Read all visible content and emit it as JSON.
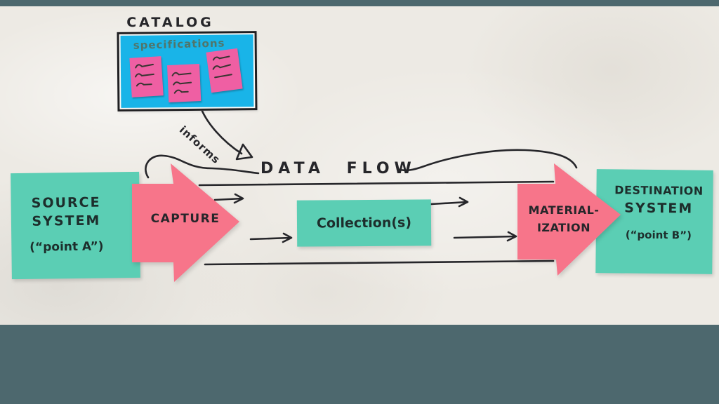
{
  "catalog": {
    "title": "CATALOG",
    "subtitle": "specifications",
    "note_count": 3
  },
  "labels": {
    "informs": "informs",
    "data_flow": "DATA FLOW"
  },
  "nodes": {
    "source": {
      "line1": "SOURCE",
      "line2": "SYSTEM",
      "line3": "(“point A”)"
    },
    "capture": {
      "label": "CAPTURE"
    },
    "collections": {
      "label": "Collection(s)"
    },
    "materialization": {
      "line1": "MATERIAL-",
      "line2": "IZATION"
    },
    "destination": {
      "line1": "DESTINATION",
      "line2": "SYSTEM",
      "line3": "(“point B”)"
    }
  },
  "colors": {
    "paper": "#edeae4",
    "letterbox": "#4d686e",
    "sticky_teal": "#5bceb4",
    "arrow_pink": "#f7758a",
    "note_magenta": "#ef5fa3",
    "board_cyan": "#19b4e8",
    "ink": "#26262a"
  }
}
